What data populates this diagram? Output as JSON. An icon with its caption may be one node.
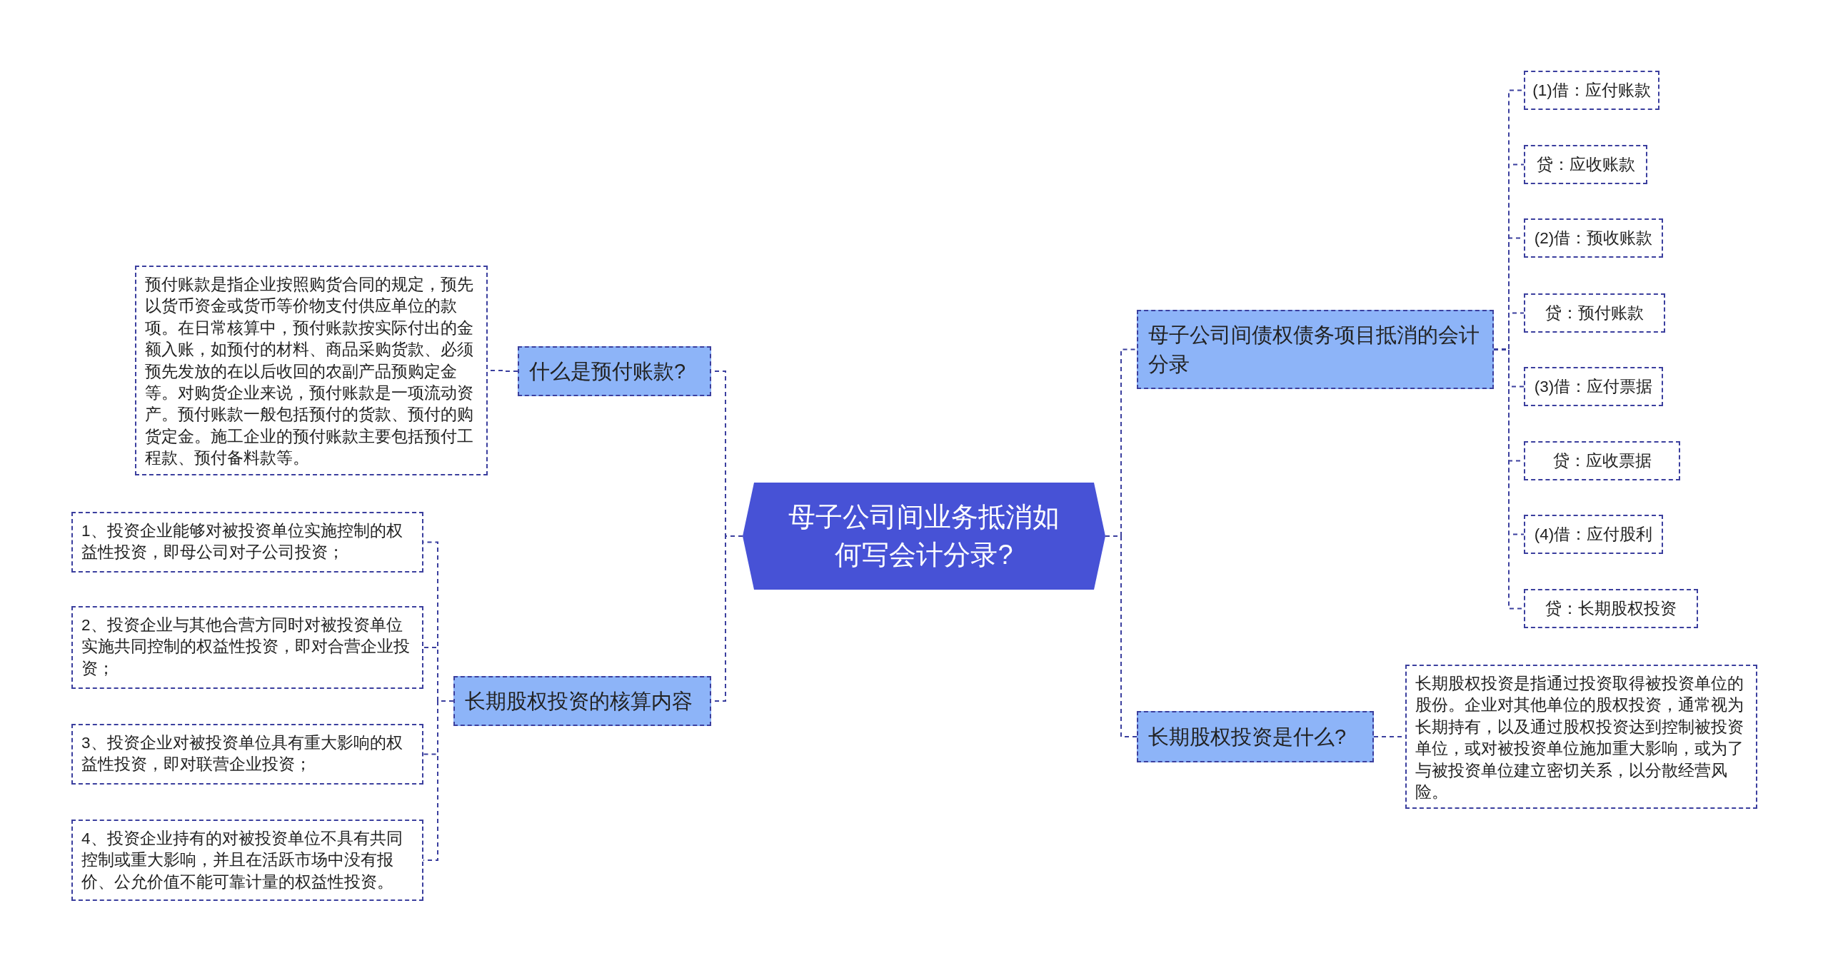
{
  "diagram": {
    "nodes": [
      {
        "text": [
          "母子公司间业务抵消如何写会计分录?"
        ]
      },
      {
        "text": [
          "什么是预付账款?"
        ]
      },
      {
        "text": [
          "预付账款是指企业按照购货合同的规定，预先以货币资金或货币等价物支付供应单位的款项。在日常核算中，预付账款按实际付出的金额入账，如预付的材料、商品采购货款、必须预先发放的在以后收回的农副产品预购定金等。对购货企业来说，预付账款是一项流动资产。预付账款一般包括预付的货款、预付的购货定金。施工企业的预付账款主要包括预付工程款、预付备料款等。"
        ]
      },
      {
        "text": [
          "长期股权投资的核算内容"
        ]
      },
      {
        "text": [
          "1、投资企业能够对被投资单位实施控制的权益性投资，即母公司对子公司投资；"
        ]
      },
      {
        "text": [
          "2、投资企业与其他合营方同时对被投资单位实施共同控制的权益性投资，即对合营企业投资；"
        ]
      },
      {
        "text": [
          "3、投资企业对被投资单位具有重大影响的权益性投资，即对联营企业投资；"
        ]
      },
      {
        "text": [
          "4、投资企业持有的对被投资单位不具有共同控制或重大影响，并且在活跃市场中没有报价、公允价值不能可靠计量的权益性投资。"
        ]
      },
      {
        "text": [
          "母子公司间债权债务项目抵消的会计分录"
        ]
      },
      {
        "text": [
          "(1)借：应付账款"
        ]
      },
      {
        "text": [
          "贷：应收账款"
        ]
      },
      {
        "text": [
          "(2)借：预收账款"
        ]
      },
      {
        "text": [
          "贷：预付账款"
        ]
      },
      {
        "text": [
          "(3)借：应付票据"
        ]
      },
      {
        "text": [
          "贷：应收票据"
        ]
      },
      {
        "text": [
          "(4)借：应付股利"
        ]
      },
      {
        "text": [
          "贷：长期股权投资"
        ]
      },
      {
        "text": [
          "长期股权投资是什么?"
        ]
      },
      {
        "text": [
          "长期股权投资是指通过投资取得被投资单位的股份。企业对其他单位的股权投资，通常视为长期持有，以及通过股权投资达到控制被投资单位，或对被投资单位施加重大影响，或为了与被投资单位建立密切关系，以分散经营风险。"
        ]
      }
    ],
    "edges": [
      {
        "from": 0,
        "to": 1,
        "arrow": "none",
        "style": "dashed"
      },
      {
        "from": 1,
        "to": 2,
        "arrow": "none",
        "style": "dashed"
      },
      {
        "from": 0,
        "to": 3,
        "arrow": "none",
        "style": "dashed"
      },
      {
        "from": 3,
        "to": 4,
        "arrow": "none",
        "style": "dashed"
      },
      {
        "from": 3,
        "to": 5,
        "arrow": "none",
        "style": "dashed"
      },
      {
        "from": 3,
        "to": 6,
        "arrow": "none",
        "style": "dashed"
      },
      {
        "from": 3,
        "to": 7,
        "arrow": "none",
        "style": "dashed"
      },
      {
        "from": 0,
        "to": 8,
        "arrow": "none",
        "style": "dashed"
      },
      {
        "from": 8,
        "to": 9,
        "arrow": "none",
        "style": "dashed"
      },
      {
        "from": 8,
        "to": 10,
        "arrow": "none",
        "style": "dashed"
      },
      {
        "from": 8,
        "to": 11,
        "arrow": "none",
        "style": "dashed"
      },
      {
        "from": 8,
        "to": 12,
        "arrow": "none",
        "style": "dashed"
      },
      {
        "from": 8,
        "to": 13,
        "arrow": "none",
        "style": "dashed"
      },
      {
        "from": 8,
        "to": 14,
        "arrow": "none",
        "style": "dashed"
      },
      {
        "from": 8,
        "to": 15,
        "arrow": "none",
        "style": "dashed"
      },
      {
        "from": 8,
        "to": 16,
        "arrow": "none",
        "style": "dashed"
      },
      {
        "from": 0,
        "to": 17,
        "arrow": "none",
        "style": "dashed"
      },
      {
        "from": 17,
        "to": 18,
        "arrow": "none",
        "style": "dashed"
      }
    ]
  }
}
